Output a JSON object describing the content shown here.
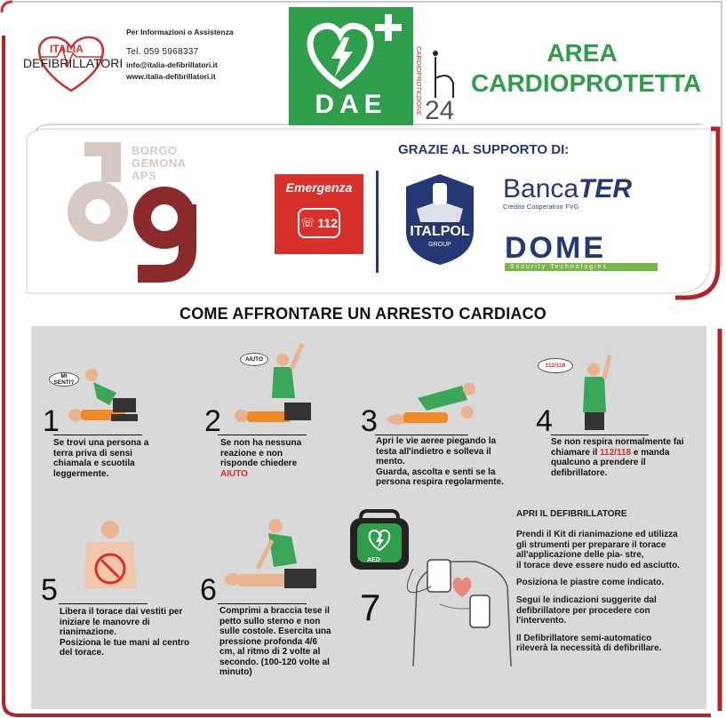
{
  "header": {
    "logo_line1": "ITALIA",
    "logo_line2": "DEFIBRILLATORI",
    "info_title": "Per Informazioni o Assistenza",
    "phone": "Tel.  059 5968337",
    "email": "info@italia-defibrillatori.it",
    "website": "www.italia-defibrillatori.it",
    "dae_label": "DAE",
    "cardioprotezione": "CARDIOPROTEZIONE",
    "h24": "24",
    "area_line1": "AREA",
    "area_line2": "CARDIOPROTETTA"
  },
  "sponsors": {
    "title": "GRAZIE AL SUPPORTO DI:",
    "borgo_lines": [
      "BORGO",
      "GEMONA",
      "APS"
    ],
    "emergenza_label": "Emergenza",
    "emergenza_number": "112",
    "italpol_name": "ITALPOL",
    "italpol_sub": "GROUP",
    "banca_name": "Banca",
    "banca_brand": "TER",
    "banca_sub": "Credito Cooperativo FVG",
    "dome_name": "DOME",
    "dome_sub": "Security Technologies"
  },
  "section_title": "COME AFFRONTARE UN ARRESTO CARDIACO",
  "steps": [
    {
      "num": "1",
      "bubble": "MI SENTI?",
      "text": "Se trovi una persona a terra priva di sensi chiamala e scuotila leggermente."
    },
    {
      "num": "2",
      "bubble": "AIUTO",
      "text": "Se non ha nessuna reazione e non risponde chiedere",
      "highlight": "AIUTO"
    },
    {
      "num": "3",
      "text": "Apri le vie aeree piegando la testa all'indietro e solleva il mento.",
      "text2": "Guarda, ascolta e senti se la persona respira regolarmente."
    },
    {
      "num": "4",
      "bubble": "112/118",
      "text_a": "Se non respira normalmente fai chiamare il",
      "highlight": "112/118",
      "text_b": "e manda qualcuno a prendere il defibrillatore."
    },
    {
      "num": "5",
      "text": "Libera il torace dai vestiti per iniziare le manovre di rianimazione.",
      "text2": "Posiziona le tue mani al centro del torace."
    },
    {
      "num": "6",
      "text": "Comprimi  a braccia tese il petto sullo sterno e non sulle costole. Esercita una pressione profonda 4/6 cm, al ritmo di 2 volte al secondo. (100-120 volte al minuto)"
    },
    {
      "num": "7",
      "aed_label": "AED"
    }
  ],
  "aed": {
    "title": "APRI IL DEFIBRILLATORE",
    "paragraphs": [
      "Prendi il Kit di rianimazione ed utilizza gli strumenti per preparare il torace all'applicazione delle pia- stre,",
      "il torace deve essere nudo ed asciutto.",
      "Posiziona le piastre come indicato.",
      "Segui le indicazioni suggerite dal defibrillatore per procedere con l'intervento.",
      "Il Defibrillatore semi-automatico rileverà la necessità di defibrillare."
    ]
  },
  "colors": {
    "accent_green": "#2e9e4a",
    "accent_red": "#d8302b",
    "navy": "#253774",
    "border_red": "#b5232a"
  }
}
